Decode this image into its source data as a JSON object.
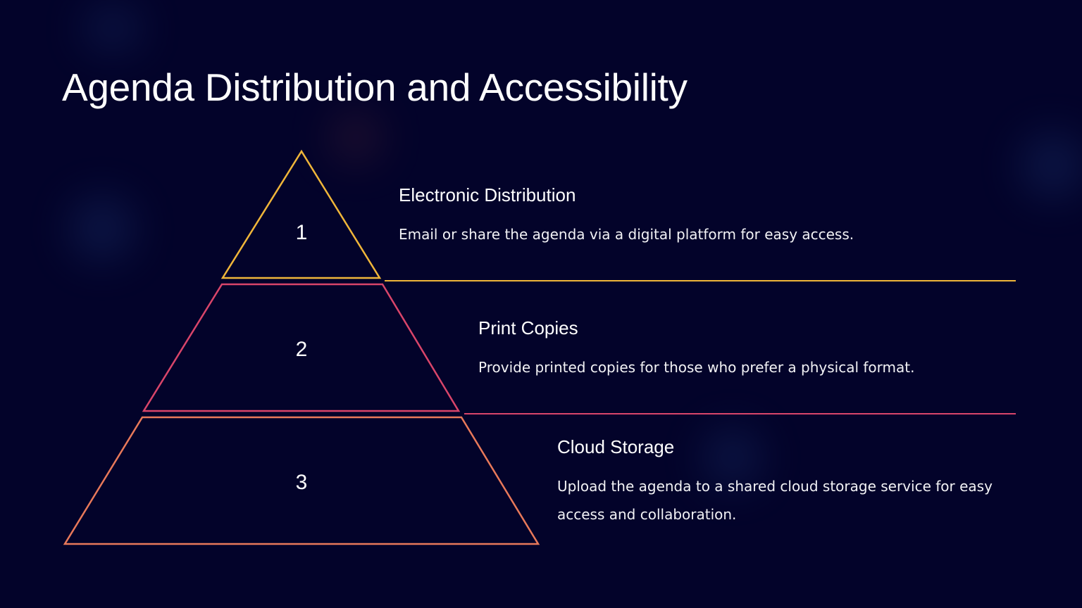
{
  "title": "Agenda Distribution and Accessibility",
  "colors": {
    "background": "#03032a",
    "level1": "#f0b63a",
    "level2": "#d9456a",
    "level3": "#e8795a"
  },
  "levels": [
    {
      "number": "1",
      "heading": "Electronic Distribution",
      "description": "Email or share the agenda via a digital platform for easy access."
    },
    {
      "number": "2",
      "heading": "Print Copies",
      "description": "Provide printed copies for those who prefer a physical format."
    },
    {
      "number": "3",
      "heading": "Cloud Storage",
      "description": "Upload the agenda to a shared cloud storage service for easy access and collaboration."
    }
  ]
}
